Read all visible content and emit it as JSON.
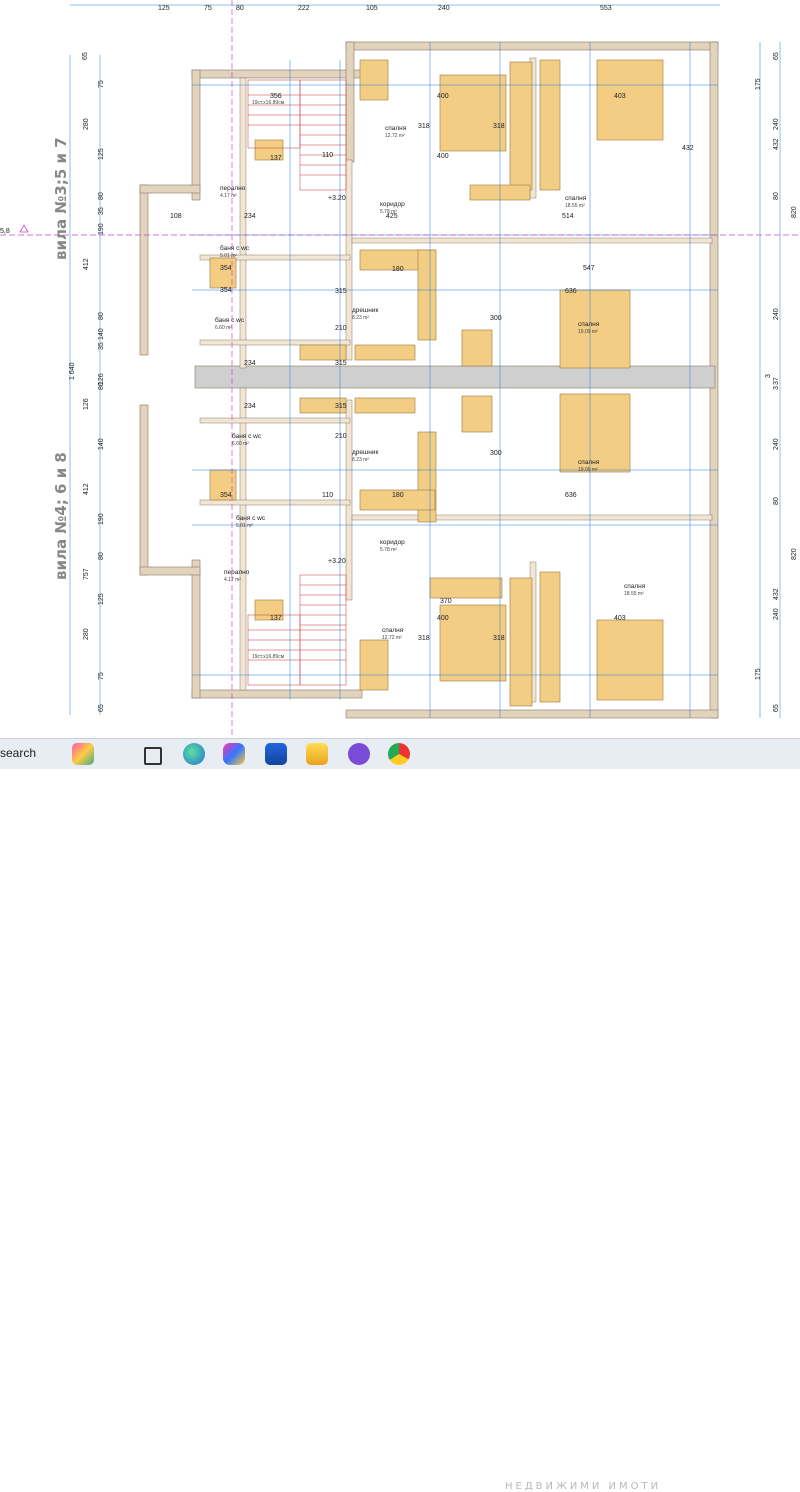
{
  "top_dims": [
    "125",
    "75",
    "80",
    "222",
    "105",
    "240",
    "553"
  ],
  "villa_labels": [
    "вила №3;5 и 7",
    "вила №4; 6 и 8"
  ],
  "level_mark": "5,8",
  "left_dims": [
    "65",
    "75",
    "280",
    "125",
    "80",
    "412",
    "35",
    "190",
    "80",
    "140",
    "126",
    "35",
    "140",
    "80",
    "1 640",
    "412",
    "126",
    "757",
    "190",
    "80",
    "125",
    "280",
    "75",
    "65"
  ],
  "right_dims": [
    "65",
    "175",
    "240",
    "432",
    "80",
    "820",
    "240",
    "37",
    "3",
    "3",
    "240",
    "432",
    "80",
    "820",
    "240",
    "175",
    "65"
  ],
  "rooms": [
    {
      "name": "спалня",
      "area": "12.72 m²"
    },
    {
      "name": "спалня",
      "area": "18.55 m²"
    },
    {
      "name": "перално",
      "area": "4.17 m²"
    },
    {
      "name": "коридор",
      "area": "5.78 m²"
    },
    {
      "name": "баня с wc",
      "area": "5.01 m²"
    },
    {
      "name": "баня с wc",
      "area": "6.60 m²"
    },
    {
      "name": "дрешник",
      "area": "8.23 m²"
    },
    {
      "name": "спалня",
      "area": "19.09 m²"
    },
    {
      "name": "баня с wc",
      "area": "6.60 m²"
    },
    {
      "name": "дрешник",
      "area": "8.23 m²"
    },
    {
      "name": "спалня",
      "area": "19.09 m²"
    },
    {
      "name": "баня с wc",
      "area": "5.01 m²"
    },
    {
      "name": "коридор",
      "area": "5.78 m²"
    },
    {
      "name": "перално",
      "area": "4.17 m²"
    },
    {
      "name": "спалня",
      "area": "18.55 m²"
    },
    {
      "name": "спалня",
      "area": "12.72 m²"
    }
  ],
  "inner_dims": [
    "400",
    "403",
    "318",
    "318",
    "432",
    "400",
    "425",
    "514",
    "547",
    "636",
    "315",
    "354",
    "354",
    "234",
    "234",
    "315",
    "300",
    "300",
    "636",
    "315",
    "354",
    "180",
    "180",
    "370",
    "400",
    "403",
    "318",
    "318",
    "234",
    "108",
    "110",
    "110",
    "137",
    "137",
    "356",
    "210",
    "210",
    "+3.20",
    "+3.20"
  ],
  "stair_text": [
    "19ст.х16.89см",
    "19ст.х16.89см"
  ],
  "taskbar": {
    "search_label": "search",
    "watermark": "НЕДВИЖИМИ ИМОТИ"
  },
  "colors": {
    "wall": "#d9c6a8",
    "furniture": "#f3cd83",
    "furniture_stroke": "#9a7a3e",
    "dimline": "#1f7fe0",
    "axis": "#c04bd0",
    "bg": "#ffffff"
  }
}
